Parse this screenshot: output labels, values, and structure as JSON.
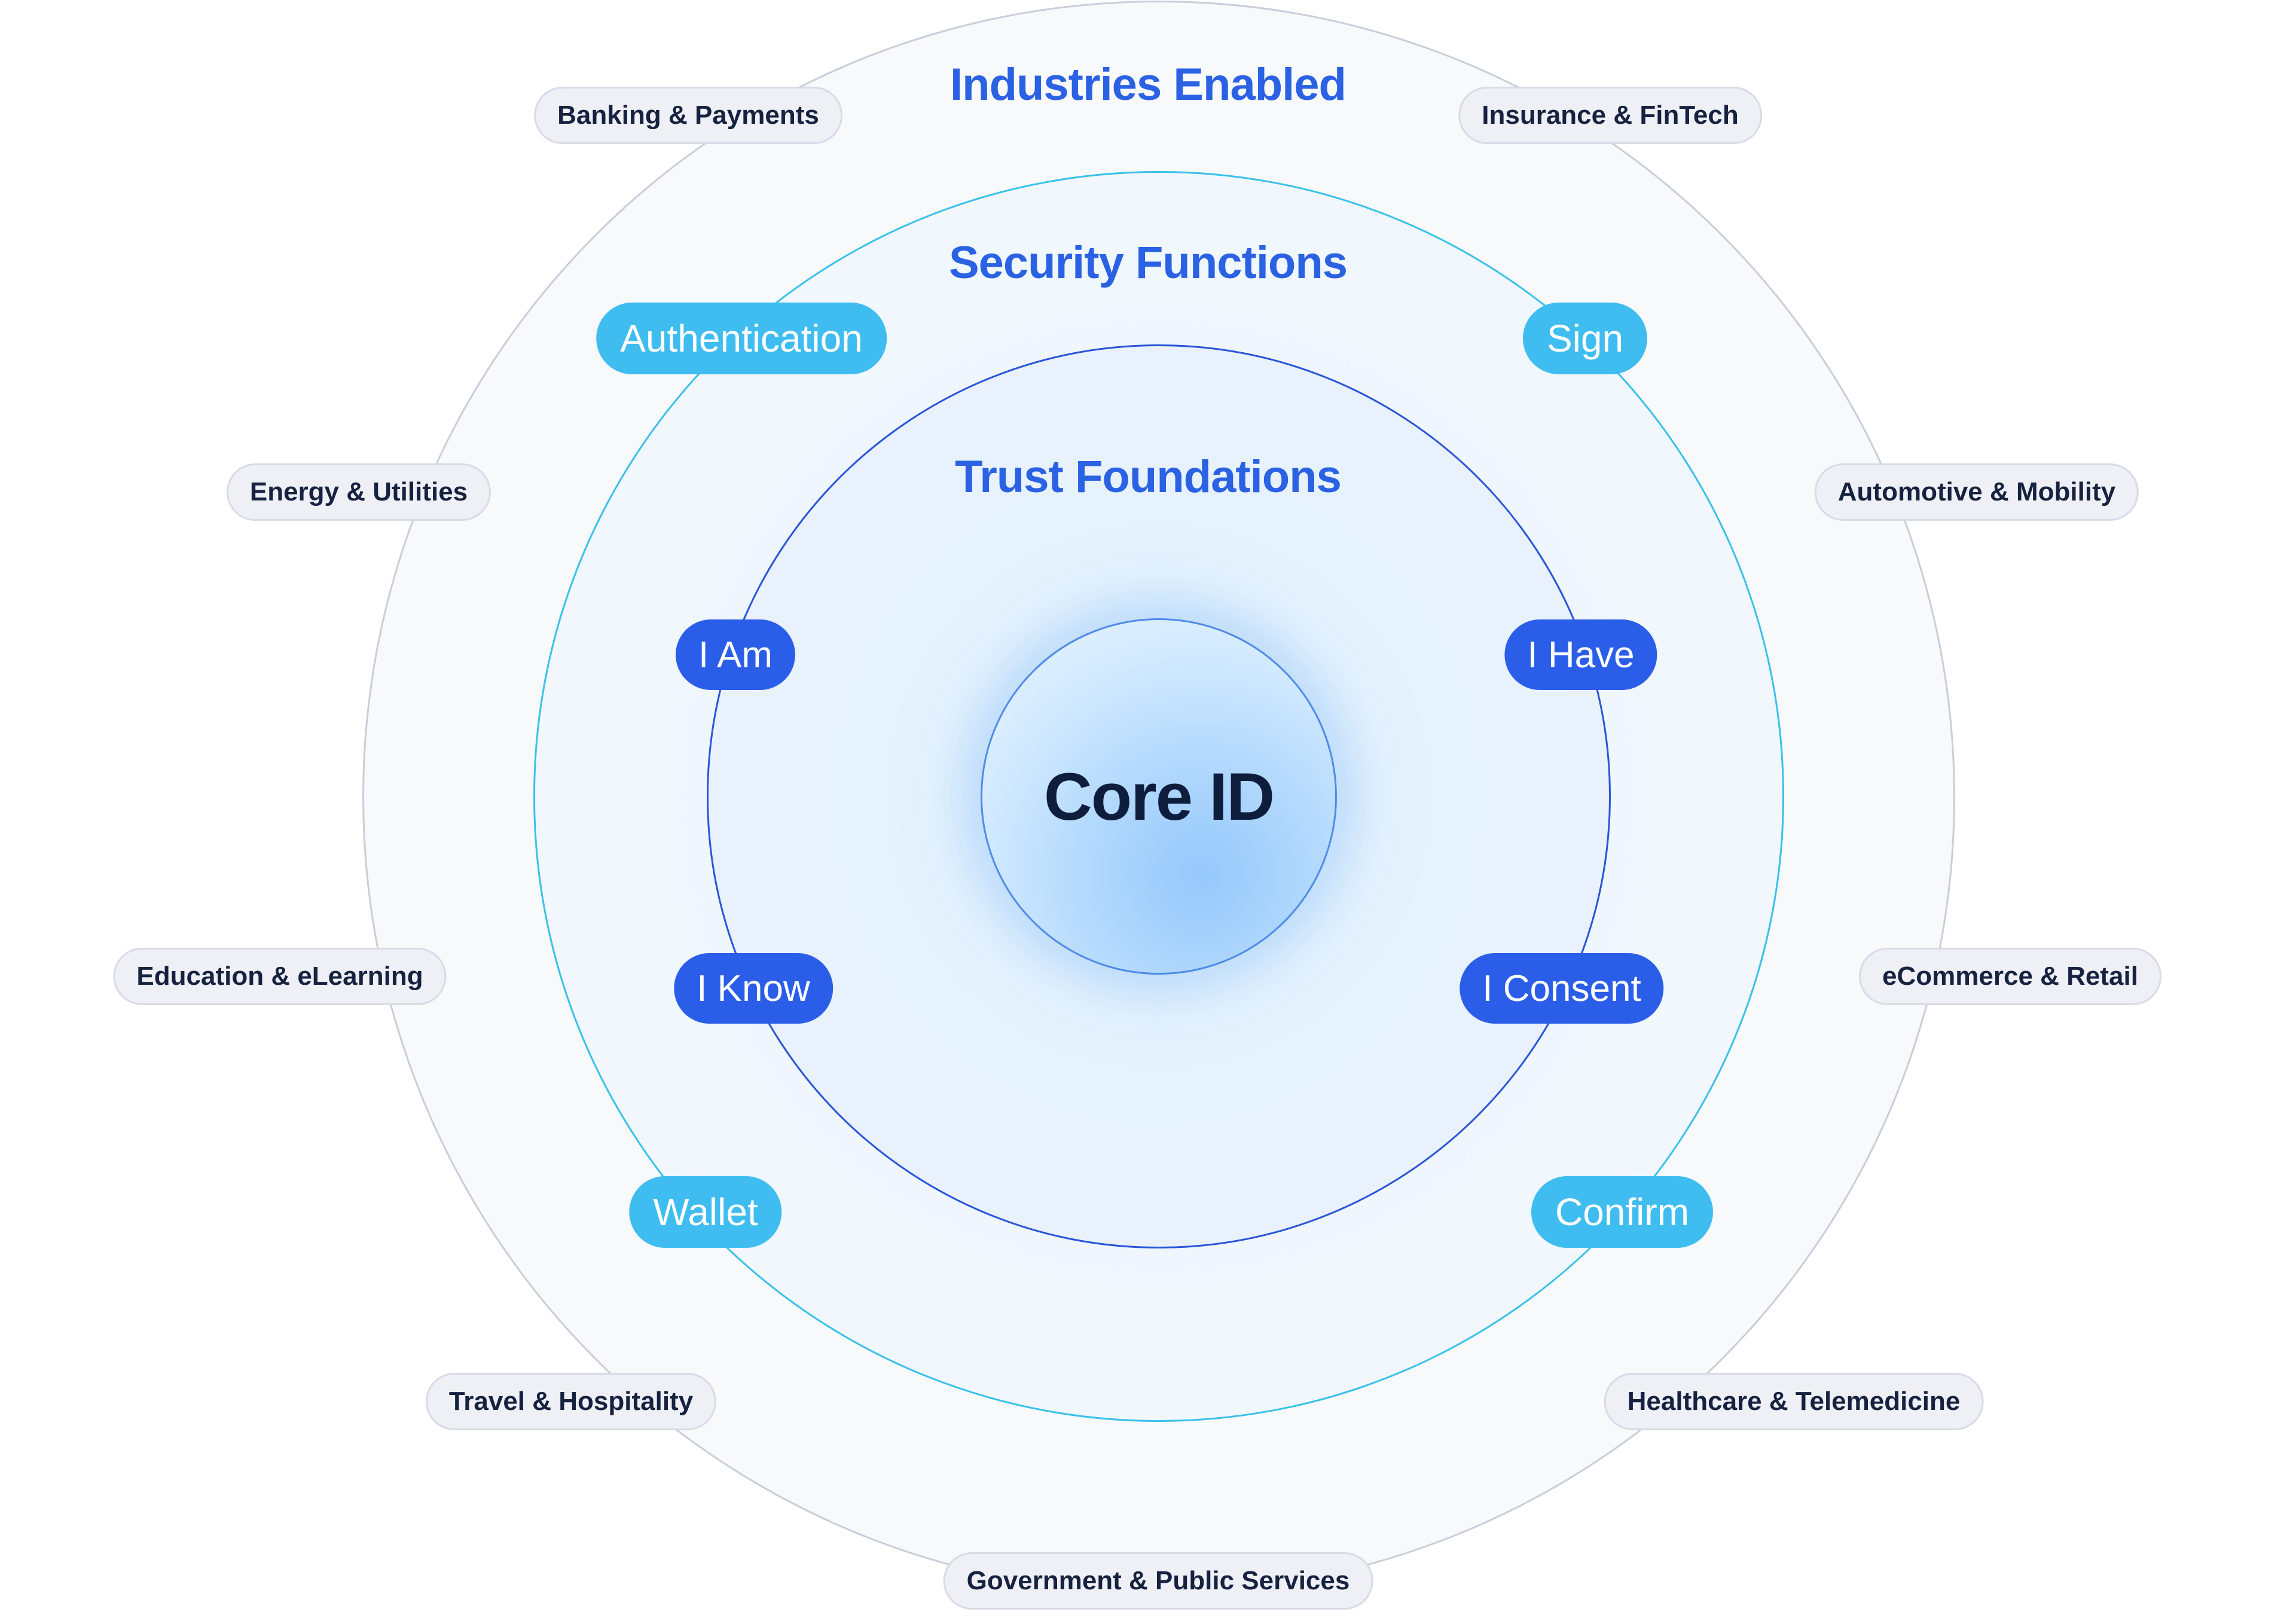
{
  "diagram": {
    "core": {
      "label": "Core ID"
    },
    "rings": {
      "outer": {
        "title": "Industries Enabled"
      },
      "middle": {
        "title": "Security Functions"
      },
      "inner": {
        "title": "Trust Foundations"
      }
    },
    "industries": [
      "Banking & Payments",
      "Insurance & FinTech",
      "Energy & Utilities",
      "Automotive & Mobility",
      "Education & eLearning",
      "eCommerce & Retail",
      "Travel & Hospitality",
      "Healthcare & Telemedicine",
      "Government & Public Services"
    ],
    "security_functions": [
      "Authentication",
      "Sign",
      "Wallet",
      "Confirm"
    ],
    "trust_foundations": [
      "I Am",
      "I Have",
      "I Know",
      "I Consent"
    ],
    "colors": {
      "title_blue": "#2b62e3",
      "industry_pill_bg": "#eef0f6",
      "function_pill_bg": "#3fbdf0",
      "trust_pill_bg": "#2b5ee8",
      "core_text": "#0f1d3d",
      "outer_ring_stroke": "#c8ced9",
      "middle_ring_stroke": "#39c1e8",
      "inner_ring_stroke": "#2a55d8"
    }
  }
}
